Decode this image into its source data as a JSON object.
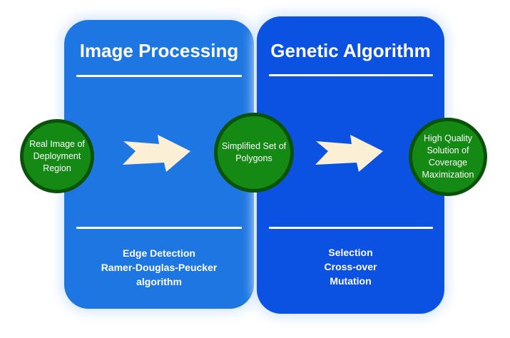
{
  "panels": [
    {
      "title": "Image Processing",
      "color": "#1E76E2",
      "footer_lines": [
        "Edge Detection",
        "Ramer-Douglas-Peucker",
        "algorithm"
      ]
    },
    {
      "title": "Genetic Algorithm",
      "color": "#0C52E2",
      "footer_lines": [
        "Selection",
        "Cross-over",
        "Mutation"
      ]
    }
  ],
  "nodes": [
    {
      "lines": [
        "Real Image of",
        "Deployment",
        "Region"
      ]
    },
    {
      "lines": [
        "Simplified Set of",
        "Polygons"
      ]
    },
    {
      "lines": [
        "High Quality",
        "Solution of",
        "Coverage",
        "Maximization"
      ]
    }
  ],
  "icons": {
    "arrow_1": "notched-right-arrow",
    "arrow_2": "notched-right-arrow"
  },
  "colors": {
    "panel_image_processing": "#1E76E2",
    "panel_genetic_algorithm": "#0C52E2",
    "node_fill": "#148A14",
    "node_border": "#0A520A",
    "arrow_fill": "#FBF0D5",
    "text_on_blue": "#FFFFFF",
    "text_on_green": "#FFFFFF",
    "background": "#FFFFFF"
  }
}
